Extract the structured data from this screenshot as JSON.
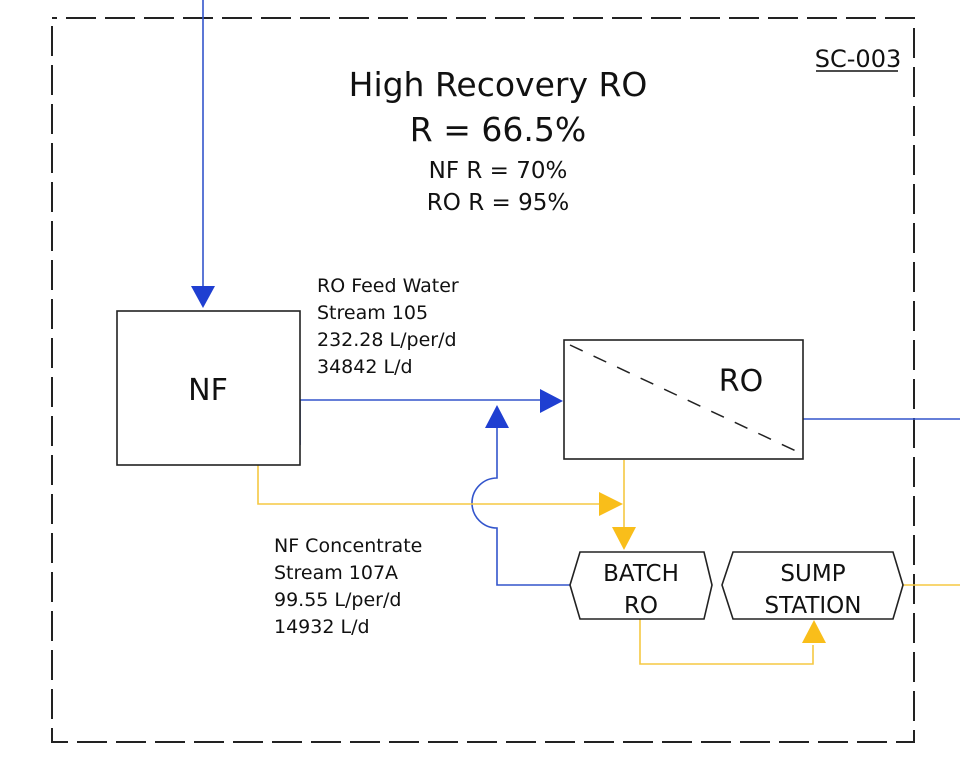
{
  "header": {
    "title": "High Recovery RO",
    "overall_recovery": "R = 66.5%",
    "nf_recovery": "NF R = 70%",
    "ro_recovery": "RO R = 95%",
    "sheet_id": "SC-003"
  },
  "units": {
    "nf": "NF",
    "ro": "RO",
    "batch_ro": [
      "BATCH",
      "RO"
    ],
    "sump_station": [
      "SUMP",
      "STATION"
    ]
  },
  "streams": {
    "ro_feed": {
      "lines": [
        "RO Feed Water",
        "Stream 105",
        "232.28 L/per/d",
        "34842 L/d"
      ]
    },
    "nf_concentrate": {
      "lines": [
        "NF Concentrate",
        "Stream 107A",
        "99.55 L/per/d",
        "14932 L/d"
      ]
    }
  },
  "colors": {
    "permeate_line": "#3355cc",
    "arrow_blue": "#1f3fd1",
    "concentrate_line": "#f5c842",
    "arrow_yellow": "#f9be1a",
    "outline": "#222222"
  }
}
